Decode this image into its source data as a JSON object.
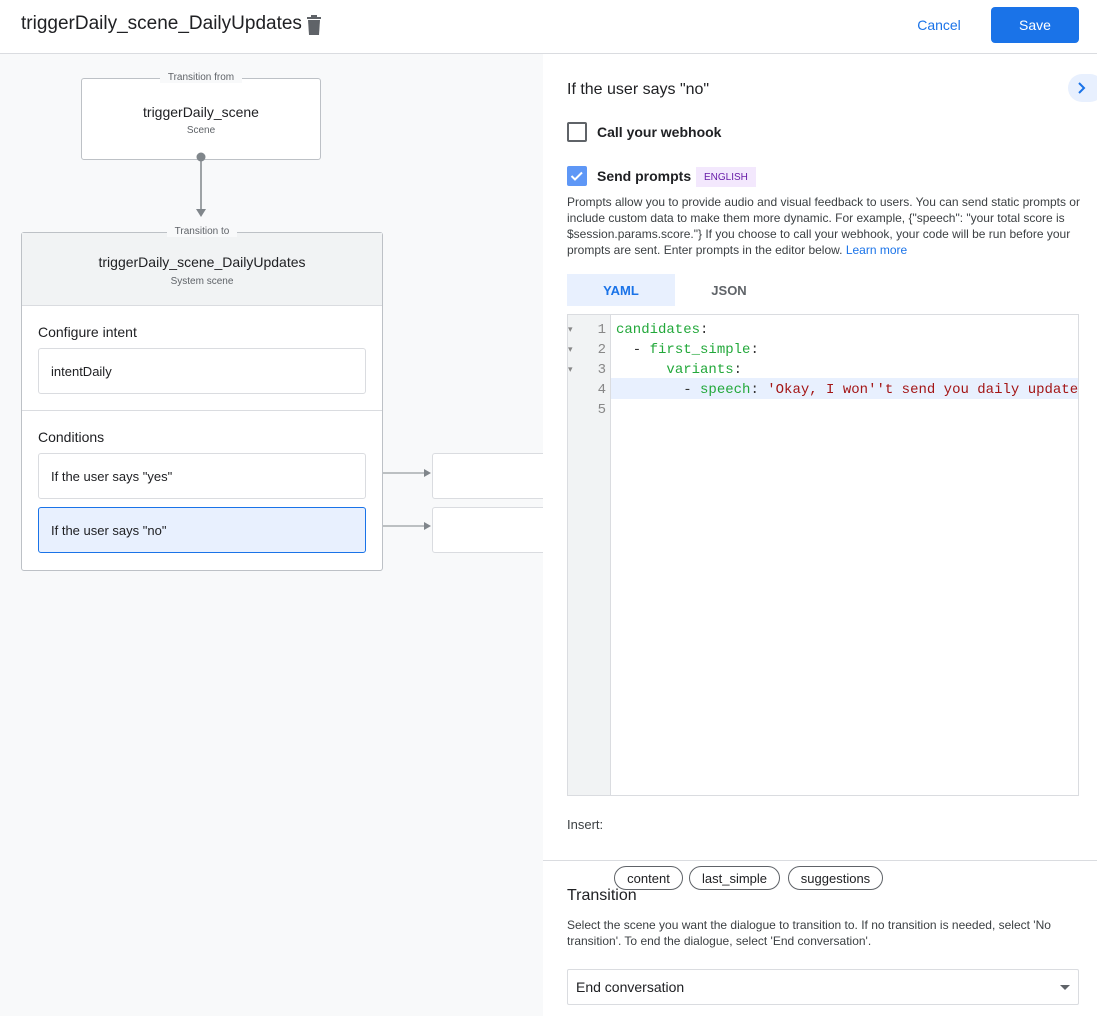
{
  "header": {
    "title": "triggerDaily_scene_DailyUpdates",
    "cancel_label": "Cancel",
    "save_label": "Save"
  },
  "canvas": {
    "from_legend": "Transition from",
    "from_title": "triggerDaily_scene",
    "from_sub": "Scene",
    "to_legend": "Transition to",
    "to_title": "triggerDaily_scene_DailyUpdates",
    "to_sub": "System scene",
    "intent_label": "Configure intent",
    "intent_value": "intentDaily",
    "conditions_label": "Conditions",
    "conditions": [
      {
        "label": "If the user says \"yes\""
      },
      {
        "label": "If the user says \"no\"",
        "selected": true
      }
    ]
  },
  "panel": {
    "title": "If the user says \"no\"",
    "webhook_label": "Call your webhook",
    "webhook_checked": false,
    "prompts_label": "Send prompts",
    "prompts_checked": true,
    "language_badge": "ENGLISH",
    "description": "Prompts allow you to provide audio and visual feedback to users. You can send static prompts or include custom data to make them more dynamic. For example, {\"speech\": \"your total score is $session.params.score.\"} If you choose to call your webhook, your code will be run before your prompts are sent. Enter prompts in the editor below.",
    "learn_more": "Learn more",
    "tabs": [
      {
        "label": "YAML",
        "active": true
      },
      {
        "label": "JSON",
        "active": false
      }
    ],
    "code_lines": [
      {
        "n": "1",
        "indent": "",
        "key": "candidates",
        "rest": ":",
        "str": ""
      },
      {
        "n": "2",
        "indent": "  - ",
        "key": "first_simple",
        "rest": ":",
        "str": ""
      },
      {
        "n": "3",
        "indent": "      ",
        "key": "variants",
        "rest": ":",
        "str": ""
      },
      {
        "n": "4",
        "indent": "        - ",
        "key": "speech",
        "rest": ": ",
        "str": "'Okay, I won''t send you daily update"
      },
      {
        "n": "5",
        "indent": "",
        "key": "",
        "rest": "",
        "str": ""
      }
    ],
    "insert_label": "Insert:",
    "insert_chips": [
      "content",
      "last_simple",
      "suggestions"
    ],
    "transition_title": "Transition",
    "transition_desc": "Select the scene you want the dialogue to transition to. If no transition is needed, select 'No transition'. To end the dialogue, select 'End conversation'.",
    "transition_value": "End conversation"
  },
  "colors": {
    "accent": "#1a73e8",
    "selected_bg": "#e8f0fe",
    "badge_bg": "#f3e8fd",
    "badge_text": "#681da8",
    "code_key": "#22a83a",
    "code_string": "#a31515"
  }
}
